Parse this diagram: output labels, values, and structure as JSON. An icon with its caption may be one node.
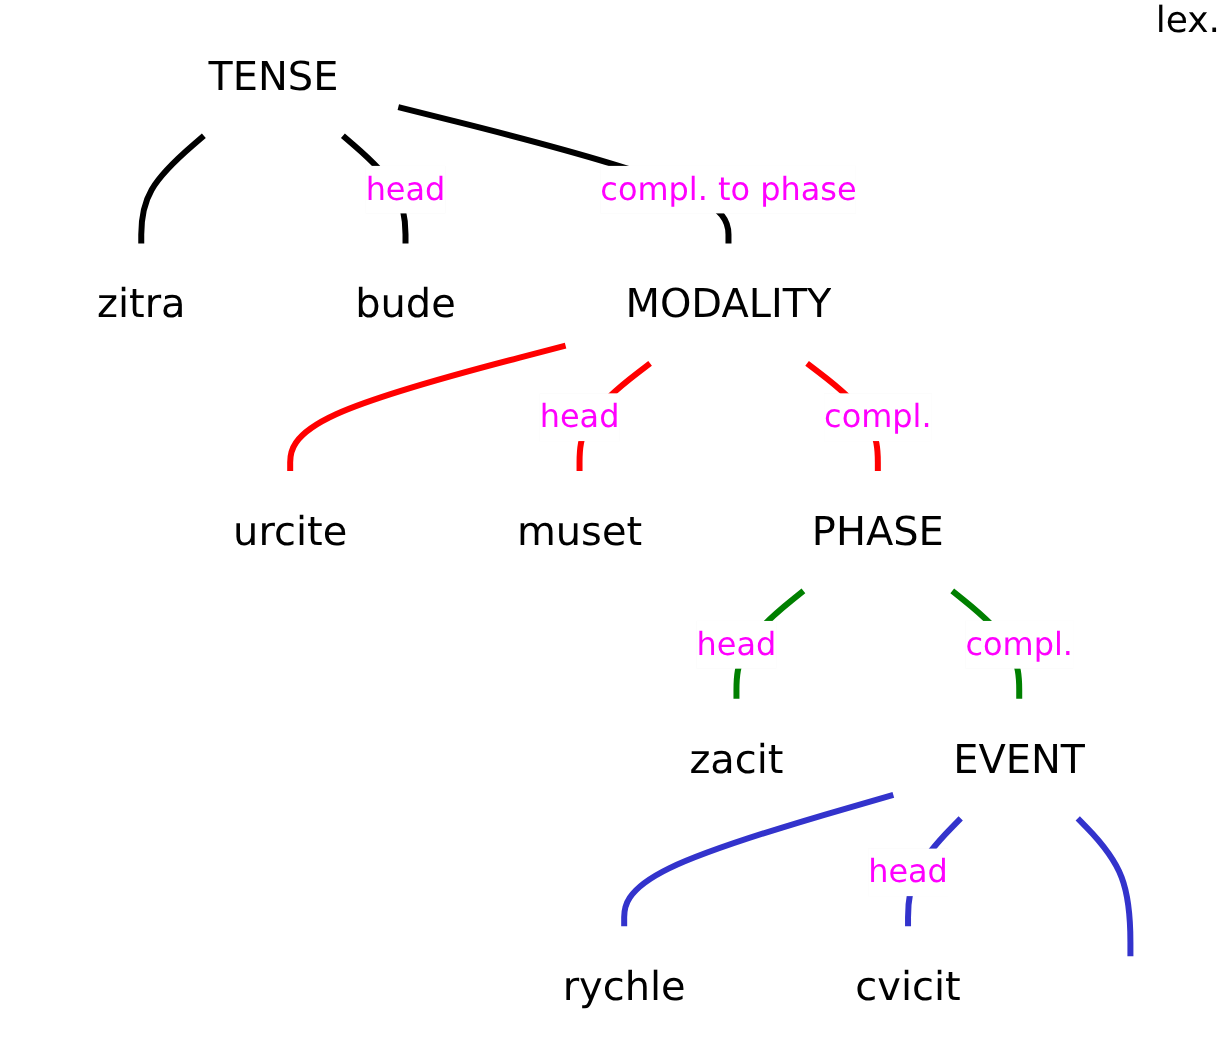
{
  "diagram": {
    "nodes": [
      {
        "text": [
          "TENSE"
        ]
      },
      {
        "text": [
          "zitra"
        ]
      },
      {
        "text": [
          "bude"
        ]
      },
      {
        "text": [
          "MODALITY"
        ]
      },
      {
        "text": [
          "urcite"
        ]
      },
      {
        "text": [
          "muset"
        ]
      },
      {
        "text": [
          "PHASE"
        ]
      },
      {
        "text": [
          "zacit"
        ]
      },
      {
        "text": [
          "EVENT"
        ]
      },
      {
        "text": [
          "rychle"
        ]
      },
      {
        "text": [
          "cvicit"
        ]
      }
    ],
    "edges": [
      {
        "from": 0,
        "to": 1,
        "arrow": "none",
        "color": "#000000"
      },
      {
        "from": 0,
        "to": 2,
        "arrow": "none",
        "label": "head",
        "color": "#000000"
      },
      {
        "from": 0,
        "to": 3,
        "arrow": "none",
        "label": "compl. to phase",
        "color": "#000000"
      },
      {
        "from": 3,
        "to": 4,
        "arrow": "none",
        "color": "#ff0000"
      },
      {
        "from": 3,
        "to": 5,
        "arrow": "none",
        "label": "head",
        "color": "#ff0000"
      },
      {
        "from": 3,
        "to": 6,
        "arrow": "none",
        "label": "compl.",
        "color": "#ff0000"
      },
      {
        "from": 6,
        "to": 7,
        "arrow": "none",
        "label": "head",
        "color": "#008000"
      },
      {
        "from": 6,
        "to": 8,
        "arrow": "none",
        "label": "compl.",
        "color": "#008000"
      },
      {
        "from": 8,
        "to": 9,
        "arrow": "none",
        "color": "#3333cc"
      },
      {
        "from": 8,
        "to": 10,
        "arrow": "none",
        "label": "head",
        "color": "#3333cc"
      },
      {
        "from": 8,
        "to": null,
        "arrow": "none",
        "color": "#3333cc"
      }
    ],
    "labels": [
      "lex."
    ]
  }
}
